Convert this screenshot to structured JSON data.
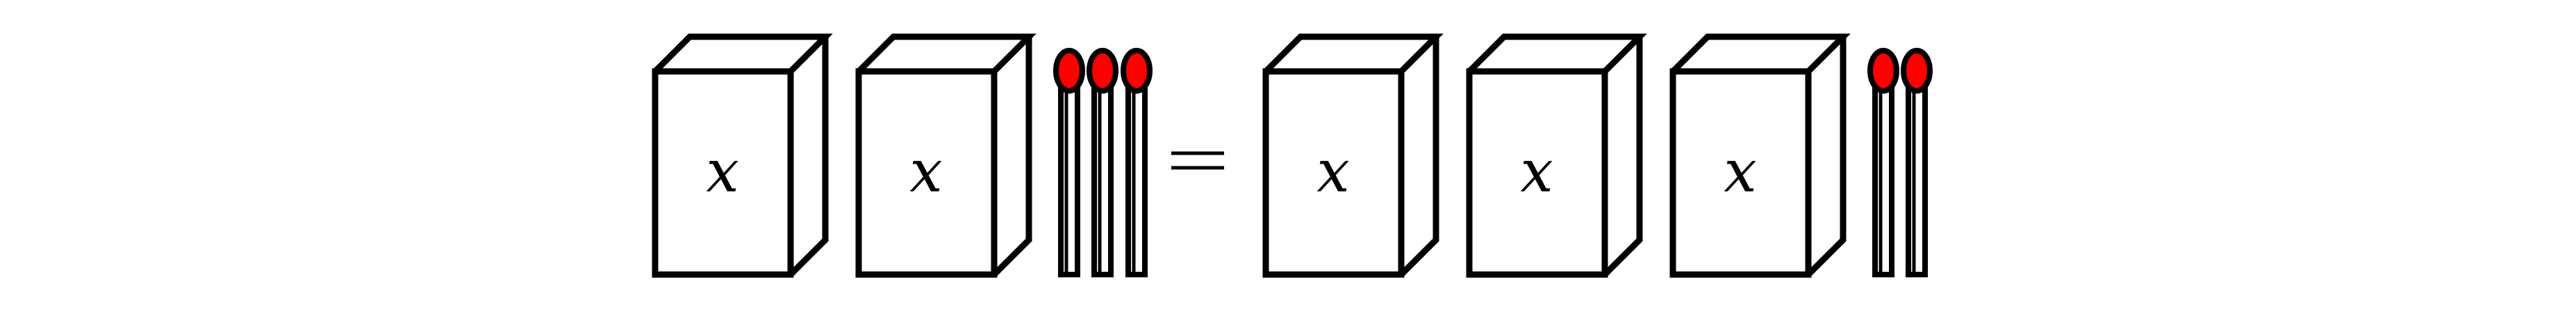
{
  "equation": {
    "left": [
      {
        "kind": "box",
        "label": "x"
      },
      {
        "kind": "box",
        "label": "x"
      },
      {
        "kind": "matches",
        "count": 3
      }
    ],
    "operator": "=",
    "right": [
      {
        "kind": "box",
        "label": "x"
      },
      {
        "kind": "box",
        "label": "x"
      },
      {
        "kind": "box",
        "label": "x"
      },
      {
        "kind": "matches",
        "count": 2
      }
    ]
  },
  "colors": {
    "stroke": "#000000",
    "match_head": "#ff0000",
    "background": "#ffffff"
  }
}
